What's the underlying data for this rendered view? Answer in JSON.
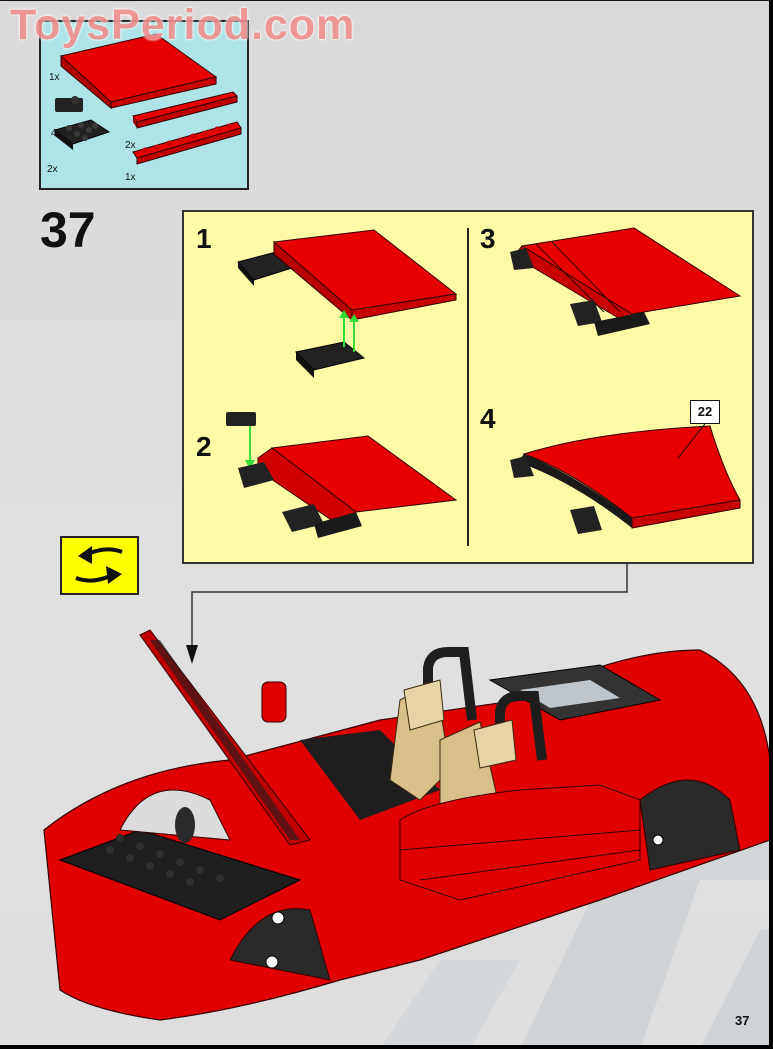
{
  "watermark": {
    "text": "ToysPeriod.com",
    "color": "#f08f8f"
  },
  "parts_list": {
    "background": "#aee3e7",
    "items": [
      {
        "qty": "1x",
        "part": "red wedge slope plate 6x4",
        "color": "#e00000"
      },
      {
        "qty": "4x",
        "part": "black plate 1x1 with clip",
        "color": "#1e1e1e"
      },
      {
        "qty": "2x",
        "part": "black plate 2x3",
        "color": "#1e1e1e"
      },
      {
        "qty": "2x",
        "part": "red tile 1x6",
        "color": "#e00000"
      },
      {
        "qty": "1x",
        "part": "red plate 1x8",
        "color": "#e00000"
      }
    ]
  },
  "step": {
    "number": "37",
    "background": "#fffaa6",
    "substeps": [
      {
        "label": "1"
      },
      {
        "label": "2"
      },
      {
        "label": "3"
      },
      {
        "label": "4"
      }
    ],
    "sticker_callout": "22"
  },
  "rotate_icon": {
    "name": "rotate-model-icon",
    "background": "#ffff00"
  },
  "main_model": {
    "description": "red sports car body with hood open, tan seats"
  },
  "page_number": "37",
  "colors": {
    "red": "#e00000",
    "black": "#1e1e1e",
    "tan": "#d9c08a",
    "green_arrow": "#33dd33"
  }
}
